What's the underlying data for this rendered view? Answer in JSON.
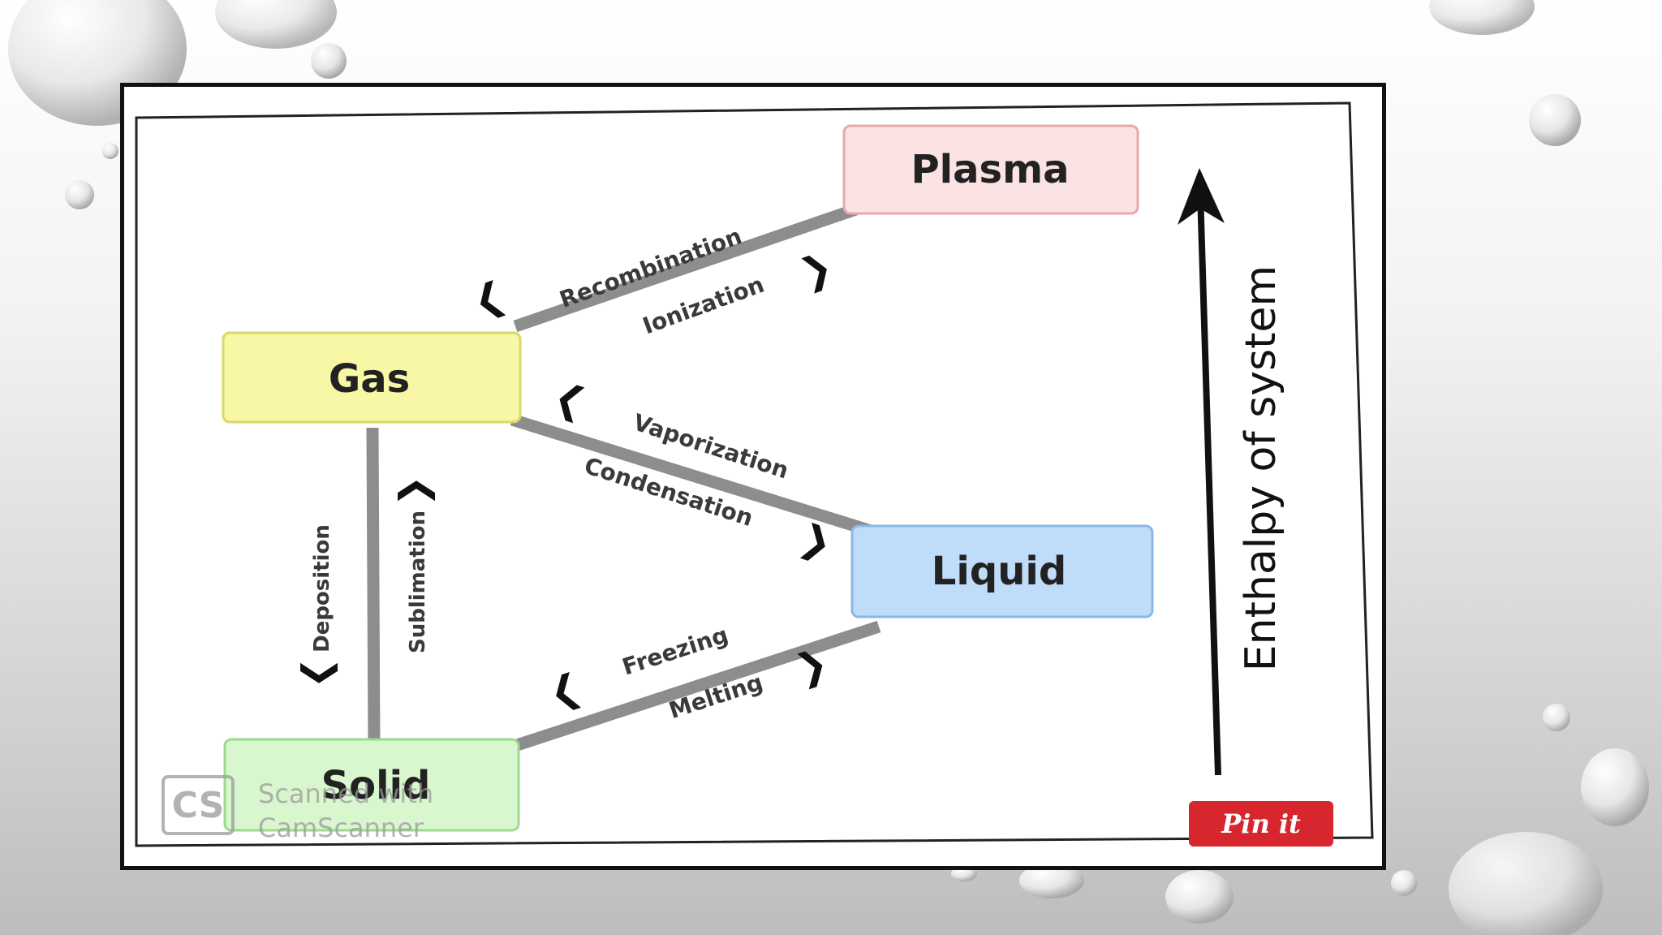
{
  "diagram": {
    "states": {
      "plasma": "Plasma",
      "gas": "Gas",
      "liquid": "Liquid",
      "solid": "Solid"
    },
    "transitions": {
      "recombination": "Recombination",
      "ionization": "Ionization",
      "vaporization": "Vaporization",
      "condensation": "Condensation",
      "deposition": "Deposition",
      "sublimation": "Sublimation",
      "freezing": "Freezing",
      "melting": "Melting"
    },
    "axis_label": "Enthalpy of system"
  },
  "watermark": {
    "logo": "CS",
    "line1": "Scanned with",
    "line2": "CamScanner"
  },
  "pin_button": "Pin it",
  "colors": {
    "plasma": "#fbe3e3",
    "gas": "#f8f7a6",
    "liquid": "#bfdcf9",
    "solid": "#d9f7cf",
    "connector": "#8d8d8d",
    "pin": "#d7262d"
  }
}
